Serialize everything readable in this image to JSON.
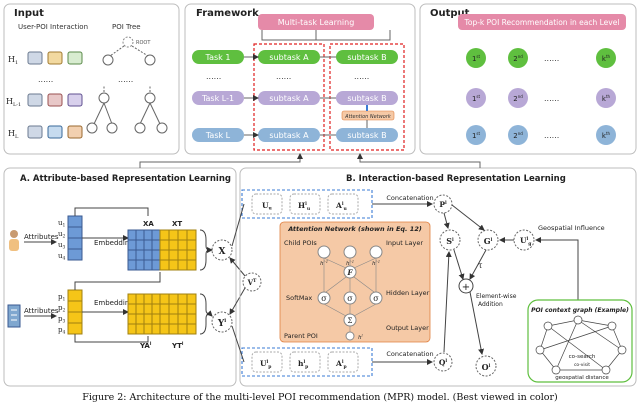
{
  "colors": {
    "pill_green": "#5fbf3f",
    "pill_purple": "#b8a8d6",
    "pill_blue": "#8eb4d8",
    "banner_pink": "#e58aa8",
    "orange": "#f5c9a6",
    "blue_matrix": "#6d9ad6",
    "yellow_matrix": "#f5c518",
    "red": "#e02020",
    "blue_dash": "#3a7bd5",
    "panel_border": "#bdbdbd"
  },
  "input": {
    "title": "Input",
    "upoi_label": "User-POI Interaction",
    "tree_label": "POI Tree",
    "root": "ROOT",
    "h1": "H",
    "h1_sub": "1",
    "hl1": "H",
    "hl1_sub": "L-1",
    "hl": "H",
    "hl_sub": "L",
    "dots": "......"
  },
  "framework": {
    "title": "Framework",
    "banner": "Multi-task Learning",
    "tasks": [
      "Task 1",
      "Task L-1",
      "Task L"
    ],
    "sub_a": "subtask A",
    "sub_b": "subtask B",
    "dots": "......",
    "attention": "Attention Network"
  },
  "output": {
    "title": "Output",
    "banner": "Top-k POI Recommendation in each Level",
    "r1": "1",
    "r1_sup": "st",
    "r2": "2",
    "r2_sup": "nd",
    "rk": "k",
    "rk_sup": "th",
    "dots": "......"
  },
  "section_a": {
    "title": "A.  Attribute-based Representation Learning",
    "attributes": "Attributes",
    "embedding": "Embedding",
    "users": [
      "u",
      "u",
      "u",
      "u"
    ],
    "user_subs": [
      "1",
      "2",
      "3",
      "4"
    ],
    "pois": [
      "p",
      "p",
      "p",
      "p"
    ],
    "poi_subs": [
      "1",
      "2",
      "3",
      "4"
    ],
    "xa": "XA",
    "xt": "XT",
    "ya": "YA",
    "ya_sup": "l",
    "yt": "YT",
    "yt_sup": "l",
    "x": "X",
    "v": "V",
    "v_sup": "T",
    "y": "Y",
    "y_sup": "l"
  },
  "section_b": {
    "title": "B.  Interaction-based Representation Learning",
    "uu": "U",
    "uu_sup": "l",
    "uu_sub": "u",
    "hu": "H",
    "hu_sup": "l",
    "hu_sub": "u",
    "au": "A",
    "au_sup": "l",
    "au_sub": "u",
    "up": "U",
    "up_sup": "l",
    "up_sub": "p",
    "hp": "h",
    "hp_sup": "l",
    "hp_sub": "p",
    "ap": "A",
    "ap_sup": "l",
    "ap_sub": "p",
    "concat1": "Concatenation",
    "concat2": "Concatenation",
    "p": "P",
    "p_sup": "l",
    "q": "Q",
    "q_sup": "l",
    "s": "S",
    "s_sup": "l",
    "g": "G",
    "g_sup": "l",
    "ug": "U",
    "ug_sup": "l",
    "ug_sub": "g",
    "o": "O",
    "o_sup": "l",
    "tau": "τ",
    "plus": "+",
    "elementwise1": "Element-wise",
    "elementwise2": "Addition",
    "geo": "Geospatial Influence",
    "att_title": "Attention Network (shown in Eq. 12)",
    "child": "Child POIs",
    "input_layer": "Input Layer",
    "hidden_layer": "Hidden Layer",
    "softmax": "SoftMax",
    "output_layer": "Output Layer",
    "parent": "Parent POI",
    "f": "F",
    "sigma": "σ",
    "sum": "Σ",
    "h1": "h",
    "h1_sup": "l-1",
    "h2": "h",
    "h2_sup": "l-1",
    "h3": "h",
    "h3_sup": "l-1"
  },
  "context": {
    "title": "POI context graph (Example)",
    "cosearch": "co-search",
    "covisit": "co-visit",
    "geodist": "geospatial distance"
  },
  "caption": {
    "text": "Figure 2: Architecture of the multi-level POI recommendation (MPR) model. (Best viewed in color)"
  }
}
